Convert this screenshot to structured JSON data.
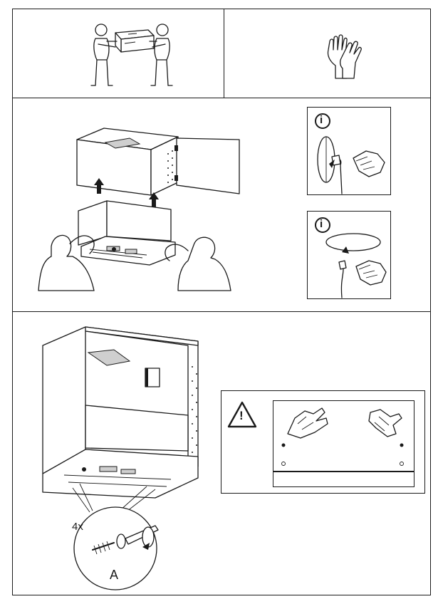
{
  "step_labels": {
    "screws_count": "4x",
    "part_letter": "A"
  },
  "info_symbol": "i",
  "warning_symbol": "!",
  "icons": {
    "two_person": "two-person-lift-icon",
    "gloves": "gloves-icon",
    "info": "info-icon",
    "warning": "warning-triangle-icon"
  },
  "colors": {
    "line": "#1a1a1a",
    "background": "#ffffff"
  }
}
